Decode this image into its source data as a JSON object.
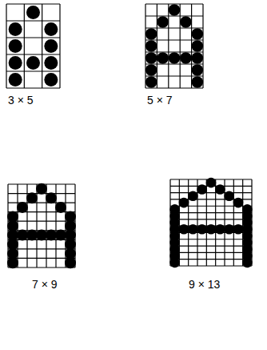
{
  "diagram": {
    "labels": [
      "3 × 5",
      "5 × 7",
      "7 × 9",
      "9 × 13"
    ]
  }
}
